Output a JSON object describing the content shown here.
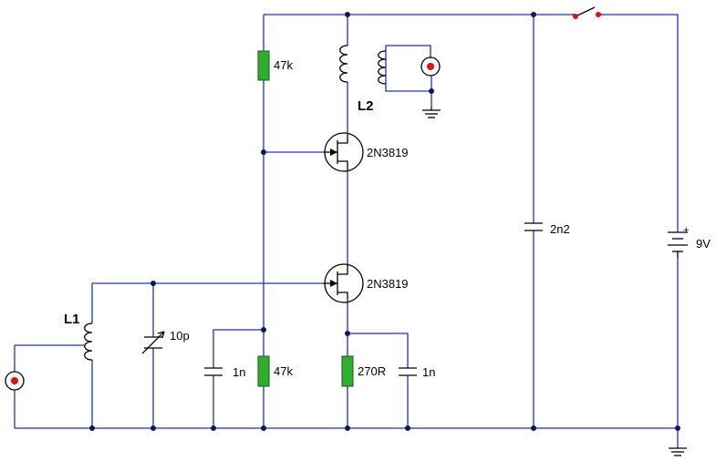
{
  "components": {
    "r_top": "47k",
    "r_bottom": "47k",
    "r_source": "270R",
    "c_gate": "1n",
    "c_source": "1n",
    "c_supply": "2n2",
    "c_tune": "10p",
    "q_upper": "2N3819",
    "q_lower": "2N3819",
    "l_input": "L1",
    "l_output": "L2",
    "battery": "9V",
    "battery_plus": "+"
  },
  "colors": {
    "wire": "#2030c0",
    "resistor": "#2fae2f",
    "jack": "#e01010",
    "junction": "#101850"
  }
}
